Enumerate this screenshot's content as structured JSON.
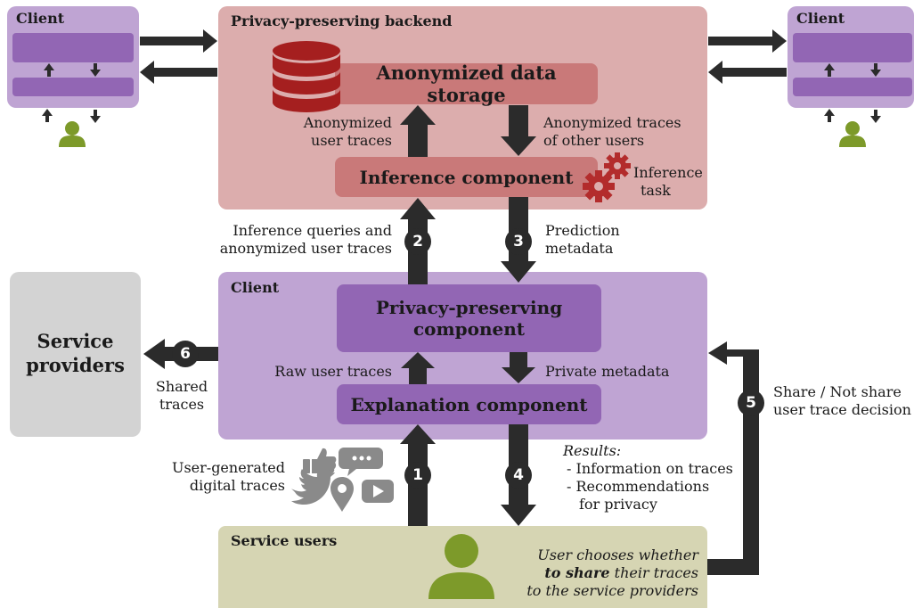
{
  "colors": {
    "backend_bg": "#dcadad",
    "backend_comp": "#c97979",
    "client_bg": "#bfa4d3",
    "client_comp": "#9266b4",
    "service_providers_bg": "#d3d3d3",
    "service_users_bg": "#d6d5b3",
    "user_icon": "#7d9a2a",
    "arrow": "#2b2b2b",
    "storage_icon": "#a51f1f",
    "gear_icon": "#b32c2c",
    "social_icons": "#8a8a8a"
  },
  "top_left_client": {
    "title": "Client"
  },
  "top_right_client": {
    "title": "Client"
  },
  "backend": {
    "title": "Privacy-preserving backend",
    "storage": "Anonymized data storage",
    "inference": "Inference component",
    "anon_user_traces": [
      "Anonymized",
      "user traces"
    ],
    "anon_other_traces": [
      "Anonymized traces",
      "of other users"
    ],
    "inference_task": [
      "Inference",
      "task"
    ]
  },
  "flows": {
    "step2": {
      "num": "2",
      "label": [
        "Inference queries and",
        "anonymized user traces"
      ]
    },
    "step3": {
      "num": "3",
      "label": [
        "Prediction",
        "metadata"
      ]
    },
    "step1": {
      "num": "1",
      "label": [
        "User-generated",
        "digital traces"
      ]
    },
    "step4": {
      "num": "4",
      "label_title": "Results:",
      "items": [
        "- Information on traces",
        "- Recommendations",
        "for privacy"
      ]
    },
    "step5": {
      "num": "5",
      "label": [
        "Share / Not share",
        "user trace decision"
      ]
    },
    "step6": {
      "num": "6",
      "label": [
        "Shared",
        "traces"
      ]
    }
  },
  "client": {
    "title": "Client",
    "privacy_component": [
      "Privacy-preserving",
      "component"
    ],
    "explanation_component": "Explanation component",
    "raw_user_traces": "Raw user traces",
    "private_metadata": "Private metadata"
  },
  "service_providers": {
    "title": [
      "Service",
      "providers"
    ]
  },
  "service_users": {
    "title": "Service users",
    "choice_line1": "User chooses whether",
    "choice_bold": "to share",
    "choice_line2_rest": " their traces",
    "choice_line3": "to the service providers"
  }
}
